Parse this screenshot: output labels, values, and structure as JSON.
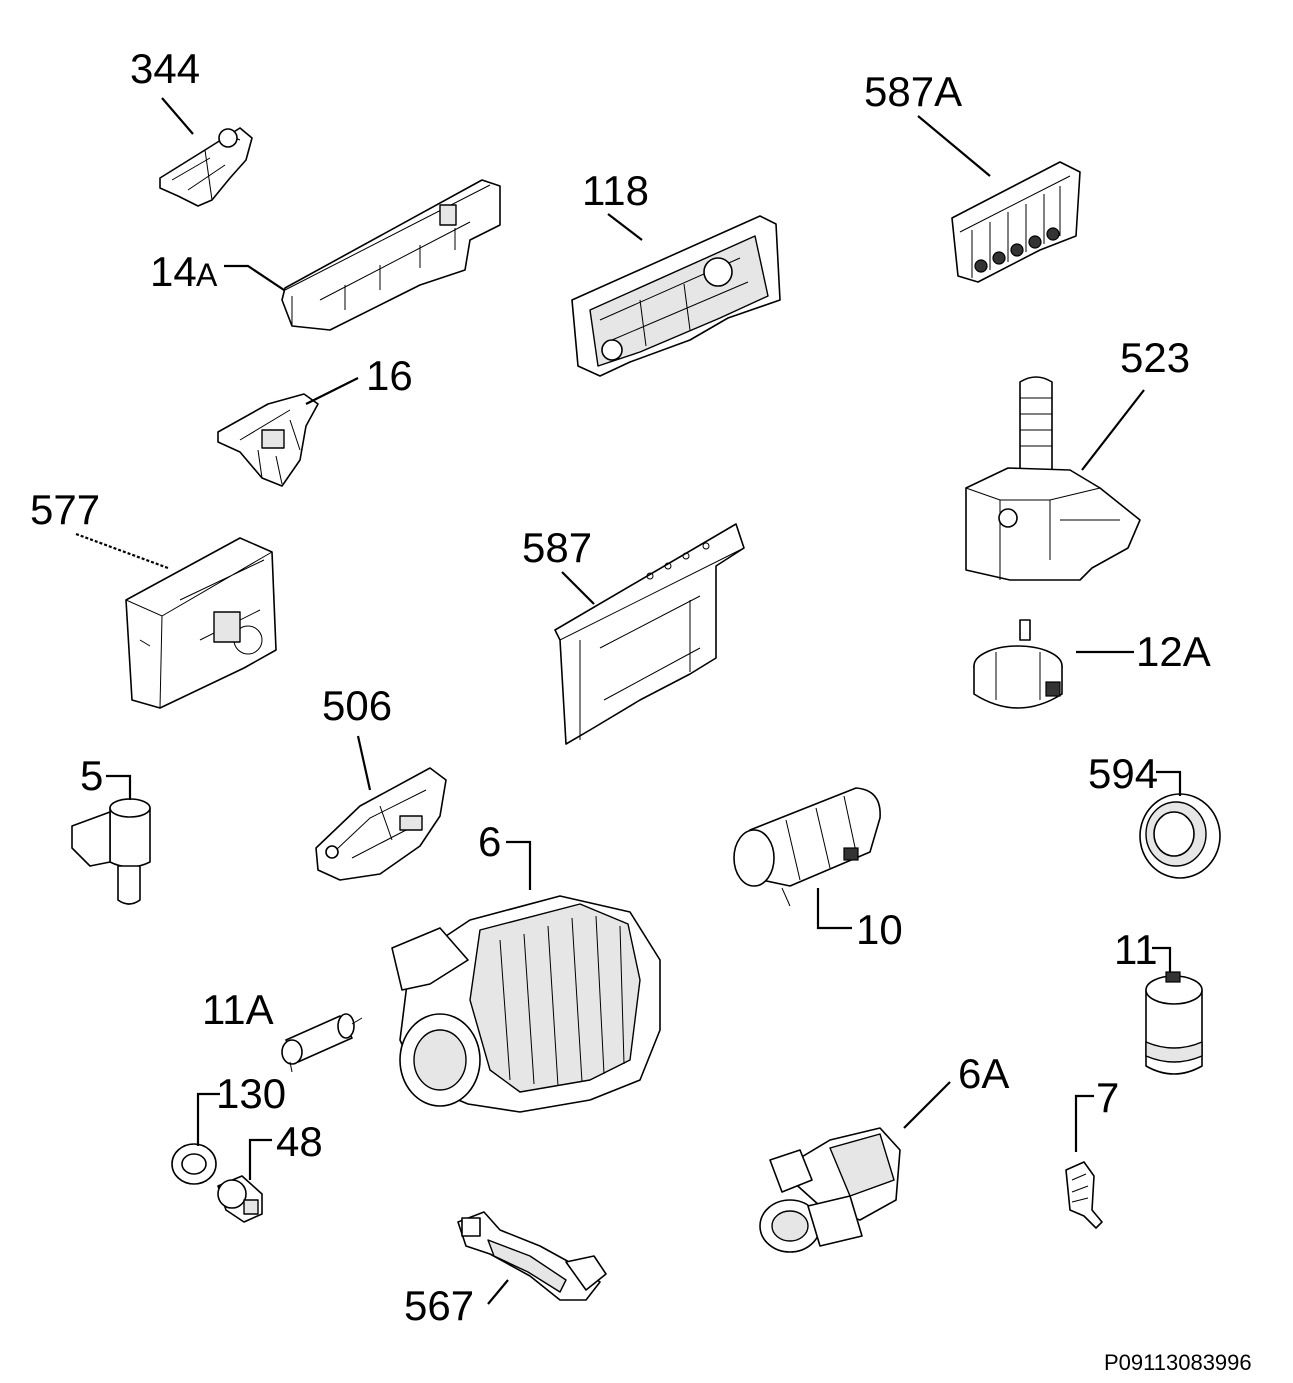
{
  "labels": {
    "p344": "344",
    "p587a": "587A",
    "p118": "118",
    "p14a_num": "14",
    "p14a_suffix": "A",
    "p16": "16",
    "p523": "523",
    "p577": "577",
    "p587": "587",
    "p12a": "12A",
    "p506": "506",
    "p5": "5",
    "p594": "594",
    "p6": "6",
    "p10": "10",
    "p11": "11",
    "p11a": "11A",
    "p130": "130",
    "p48": "48",
    "p6a": "6A",
    "p7": "7",
    "p567": "567"
  },
  "drawing_code": "P09113083996",
  "colors": {
    "line": "#000000",
    "background": "#ffffff",
    "shade": "#e6e6e6"
  }
}
